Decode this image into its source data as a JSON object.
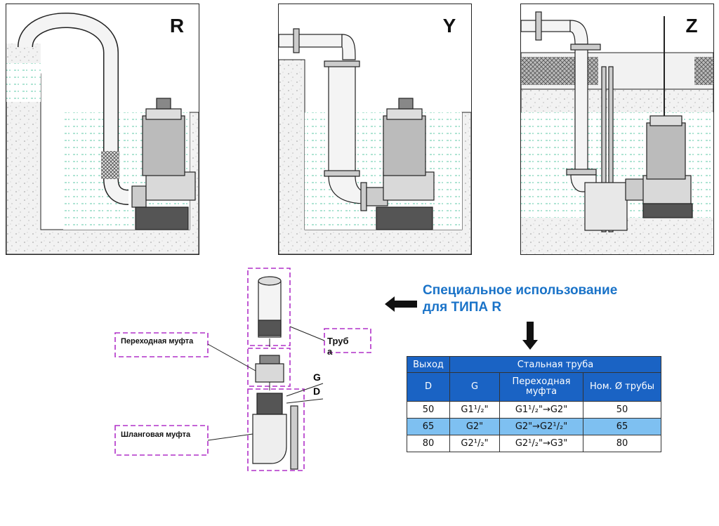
{
  "panels": [
    {
      "id": "R",
      "letter": "R"
    },
    {
      "id": "Y",
      "letter": "Y"
    },
    {
      "id": "Z",
      "letter": "Z"
    }
  ],
  "labels": {
    "adapter_coupling": "Переходная муфта",
    "hose_coupling": "Шланговая муфта",
    "pipe": "Труб а",
    "marker_g": "G",
    "marker_d": "D"
  },
  "heading": {
    "line1": "Специальное использование",
    "line2": "для ТИПА R"
  },
  "table": {
    "header_top": [
      "Выход",
      "Стальная труба"
    ],
    "header_sub": [
      "D",
      "G",
      "Переходная муфта",
      "Ном. Ø трубы"
    ],
    "rows": [
      {
        "d": "50",
        "g": "G1¹/₂\"",
        "adapter": "G1¹/₂\"→G2\"",
        "nominal": "50",
        "highlight": false
      },
      {
        "d": "65",
        "g": "G2\"",
        "adapter": "G2\"→G2¹/₂\"",
        "nominal": "65",
        "highlight": true
      },
      {
        "d": "80",
        "g": "G2¹/₂\"",
        "adapter": "G2¹/₂\"→G3\"",
        "nominal": "80",
        "highlight": false
      }
    ]
  },
  "colors": {
    "accent_blue": "#1a73c8",
    "table_header": "#1a63c4",
    "row_highlight": "#7ec0f1",
    "water_line": "#5cc9a7",
    "callout_border": "#b030c8"
  }
}
